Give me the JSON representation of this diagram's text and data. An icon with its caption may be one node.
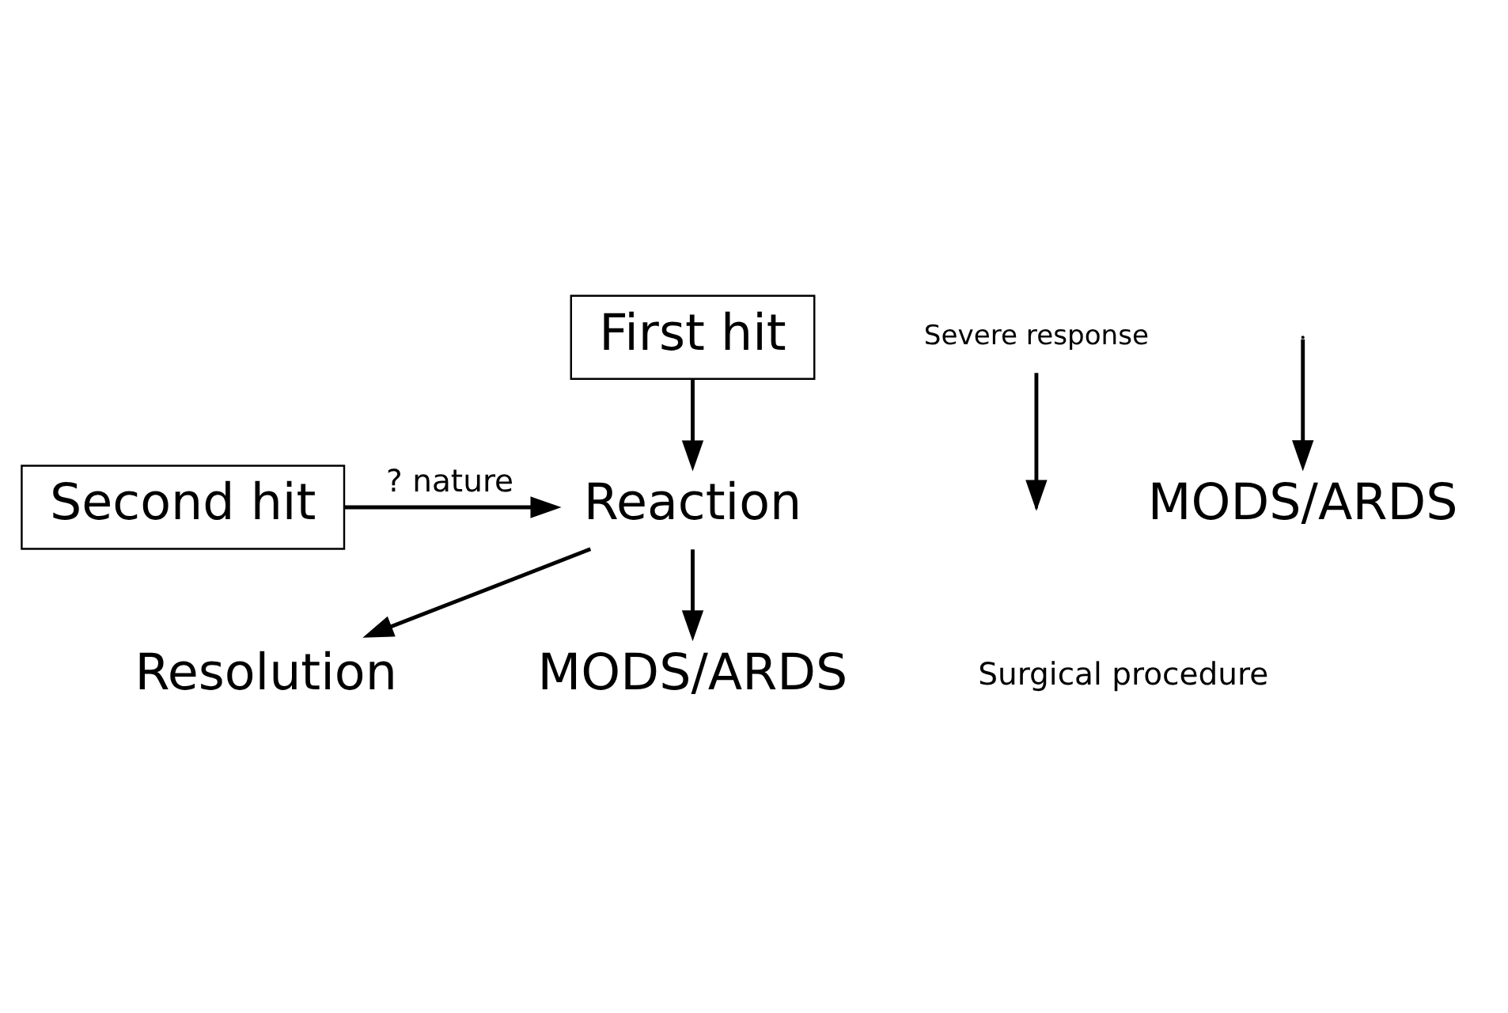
{
  "diagram": {
    "nodes": [
      {
        "text": [
          "First hit"
        ]
      },
      {
        "text": [
          "Severe response"
        ]
      },
      {
        "text": [
          "MODS/ARDS"
        ]
      },
      {
        "text": [
          "Reaction"
        ]
      },
      {
        "text": [
          "Second hit"
        ]
      },
      {
        "text": [
          "Resolution"
        ]
      },
      {
        "text": [
          "MODS/ARDS"
        ]
      }
    ],
    "edges": [
      {
        "from": 0,
        "to": 3,
        "arrow": "to"
      },
      {
        "from": null,
        "to": 2,
        "arrow": "to"
      },
      {
        "from": 1,
        "to": null,
        "arrow": "to"
      },
      {
        "from": 4,
        "to": 3,
        "arrow": "to",
        "label": "? nature"
      },
      {
        "from": 3,
        "to": 5,
        "arrow": "to"
      },
      {
        "from": 3,
        "to": 6,
        "arrow": "to"
      }
    ],
    "labels": [
      "Surgical procedure"
    ]
  }
}
